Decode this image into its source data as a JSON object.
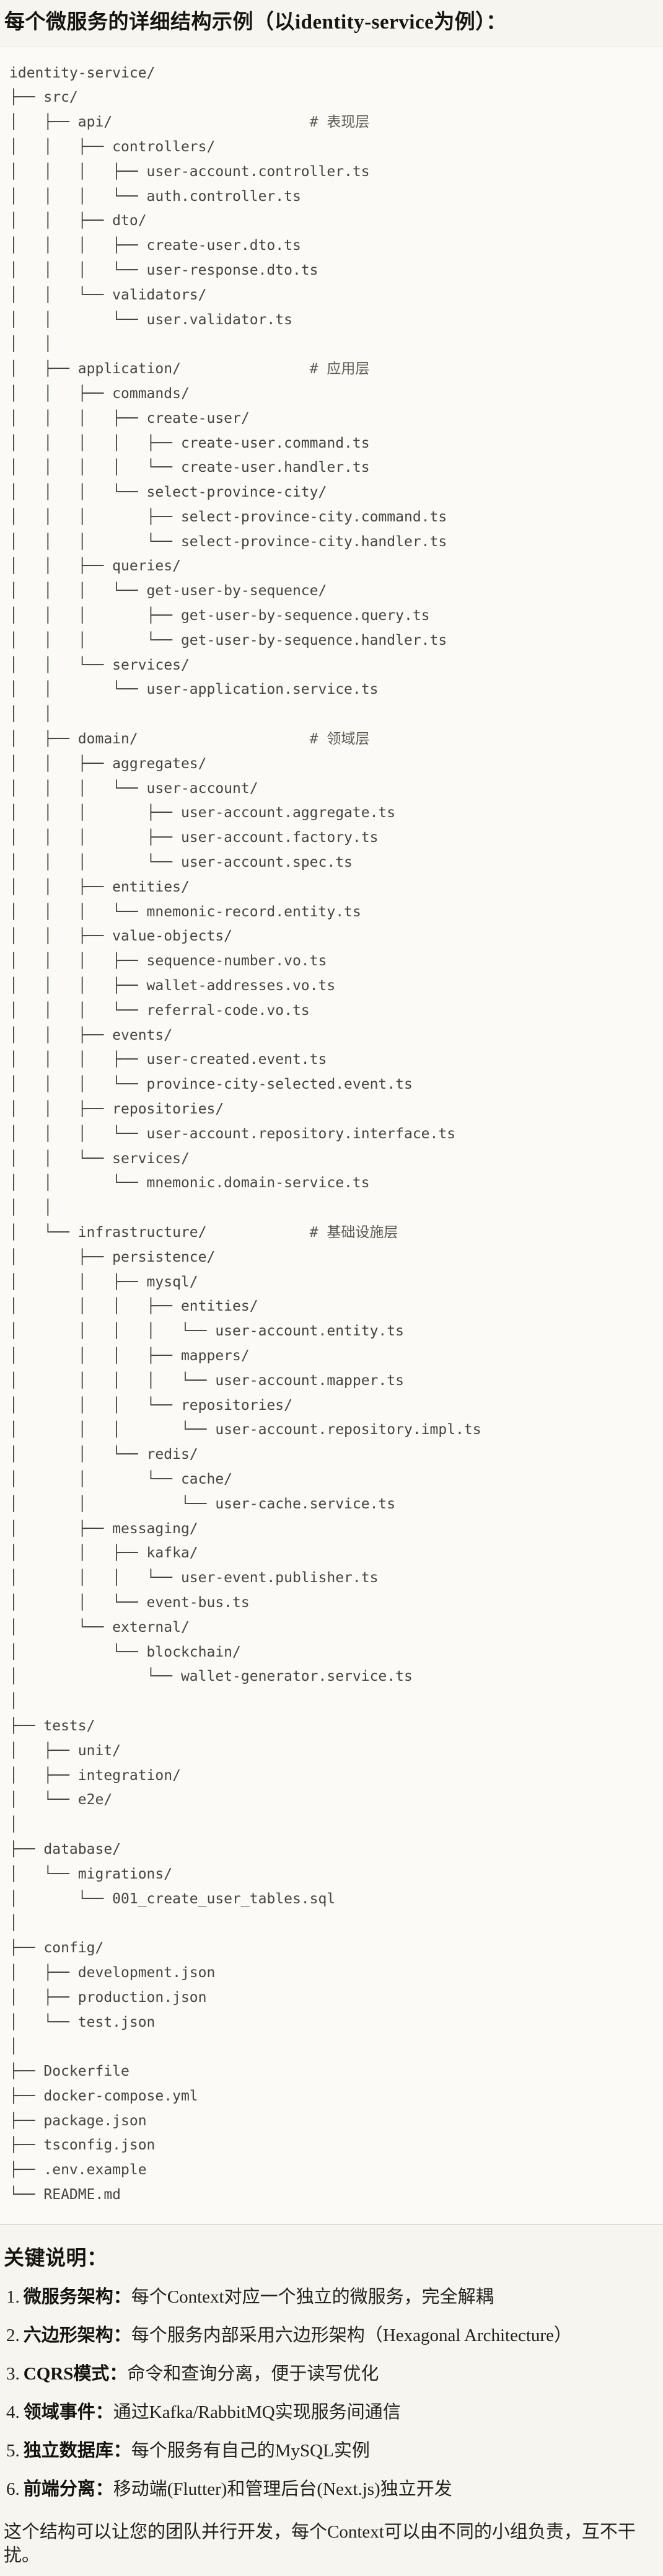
{
  "page": {
    "title": "每个微服务的详细结构示例（以identity-service为例）：",
    "background": "#F6F5EF"
  },
  "code_block": {
    "background": "#FBFAF6",
    "border_color": "#DEDCD5",
    "text_color": "#454440",
    "comment_color": "#5C5A52",
    "lines": [
      "identity-service/",
      "├── src/",
      "│   ├── api/                       # 表现层",
      "│   │   ├── controllers/",
      "│   │   │   ├── user-account.controller.ts",
      "│   │   │   └── auth.controller.ts",
      "│   │   ├── dto/",
      "│   │   │   ├── create-user.dto.ts",
      "│   │   │   └── user-response.dto.ts",
      "│   │   └── validators/",
      "│   │       └── user.validator.ts",
      "│   │",
      "│   ├── application/               # 应用层",
      "│   │   ├── commands/",
      "│   │   │   ├── create-user/",
      "│   │   │   │   ├── create-user.command.ts",
      "│   │   │   │   └── create-user.handler.ts",
      "│   │   │   └── select-province-city/",
      "│   │   │       ├── select-province-city.command.ts",
      "│   │   │       └── select-province-city.handler.ts",
      "│   │   ├── queries/",
      "│   │   │   └── get-user-by-sequence/",
      "│   │   │       ├── get-user-by-sequence.query.ts",
      "│   │   │       └── get-user-by-sequence.handler.ts",
      "│   │   └── services/",
      "│   │       └── user-application.service.ts",
      "│   │",
      "│   ├── domain/                    # 领域层",
      "│   │   ├── aggregates/",
      "│   │   │   └── user-account/",
      "│   │   │       ├── user-account.aggregate.ts",
      "│   │   │       ├── user-account.factory.ts",
      "│   │   │       └── user-account.spec.ts",
      "│   │   ├── entities/",
      "│   │   │   └── mnemonic-record.entity.ts",
      "│   │   ├── value-objects/",
      "│   │   │   ├── sequence-number.vo.ts",
      "│   │   │   ├── wallet-addresses.vo.ts",
      "│   │   │   └── referral-code.vo.ts",
      "│   │   ├── events/",
      "│   │   │   ├── user-created.event.ts",
      "│   │   │   └── province-city-selected.event.ts",
      "│   │   ├── repositories/",
      "│   │   │   └── user-account.repository.interface.ts",
      "│   │   └── services/",
      "│   │       └── mnemonic.domain-service.ts",
      "│   │",
      "│   └── infrastructure/            # 基础设施层",
      "│       ├── persistence/",
      "│       │   ├── mysql/",
      "│       │   │   ├── entities/",
      "│       │   │   │   └── user-account.entity.ts",
      "│       │   │   ├── mappers/",
      "│       │   │   │   └── user-account.mapper.ts",
      "│       │   │   └── repositories/",
      "│       │   │       └── user-account.repository.impl.ts",
      "│       │   └── redis/",
      "│       │       └── cache/",
      "│       │           └── user-cache.service.ts",
      "│       ├── messaging/",
      "│       │   ├── kafka/",
      "│       │   │   └── user-event.publisher.ts",
      "│       │   └── event-bus.ts",
      "│       └── external/",
      "│           └── blockchain/",
      "│               └── wallet-generator.service.ts",
      "│",
      "├── tests/",
      "│   ├── unit/",
      "│   ├── integration/",
      "│   └── e2e/",
      "│",
      "├── database/",
      "│   └── migrations/",
      "│       └── 001_create_user_tables.sql",
      "│",
      "├── config/",
      "│   ├── development.json",
      "│   ├── production.json",
      "│   └── test.json",
      "│",
      "├── Dockerfile",
      "├── docker-compose.yml",
      "├── package.json",
      "├── tsconfig.json",
      "├── .env.example",
      "└── README.md"
    ]
  },
  "notes": {
    "heading": "关键说明：",
    "separator": "：",
    "items": [
      {
        "num": "1.",
        "label": "微服务架构",
        "desc": "每个Context对应一个独立的微服务，完全解耦"
      },
      {
        "num": "2.",
        "label": "六边形架构",
        "desc": "每个服务内部采用六边形架构（Hexagonal Architecture）"
      },
      {
        "num": "3.",
        "label": "CQRS模式",
        "desc": "命令和查询分离，便于读写优化"
      },
      {
        "num": "4.",
        "label": "领域事件",
        "desc": "通过Kafka/RabbitMQ实现服务间通信"
      },
      {
        "num": "5.",
        "label": "独立数据库",
        "desc": "每个服务有自己的MySQL实例"
      },
      {
        "num": "6.",
        "label": "前端分离",
        "desc": "移动端(Flutter)和管理后台(Next.js)独立开发"
      }
    ],
    "footer": "这个结构可以让您的团队并行开发，每个Context可以由不同的小组负责，互不干扰。"
  }
}
